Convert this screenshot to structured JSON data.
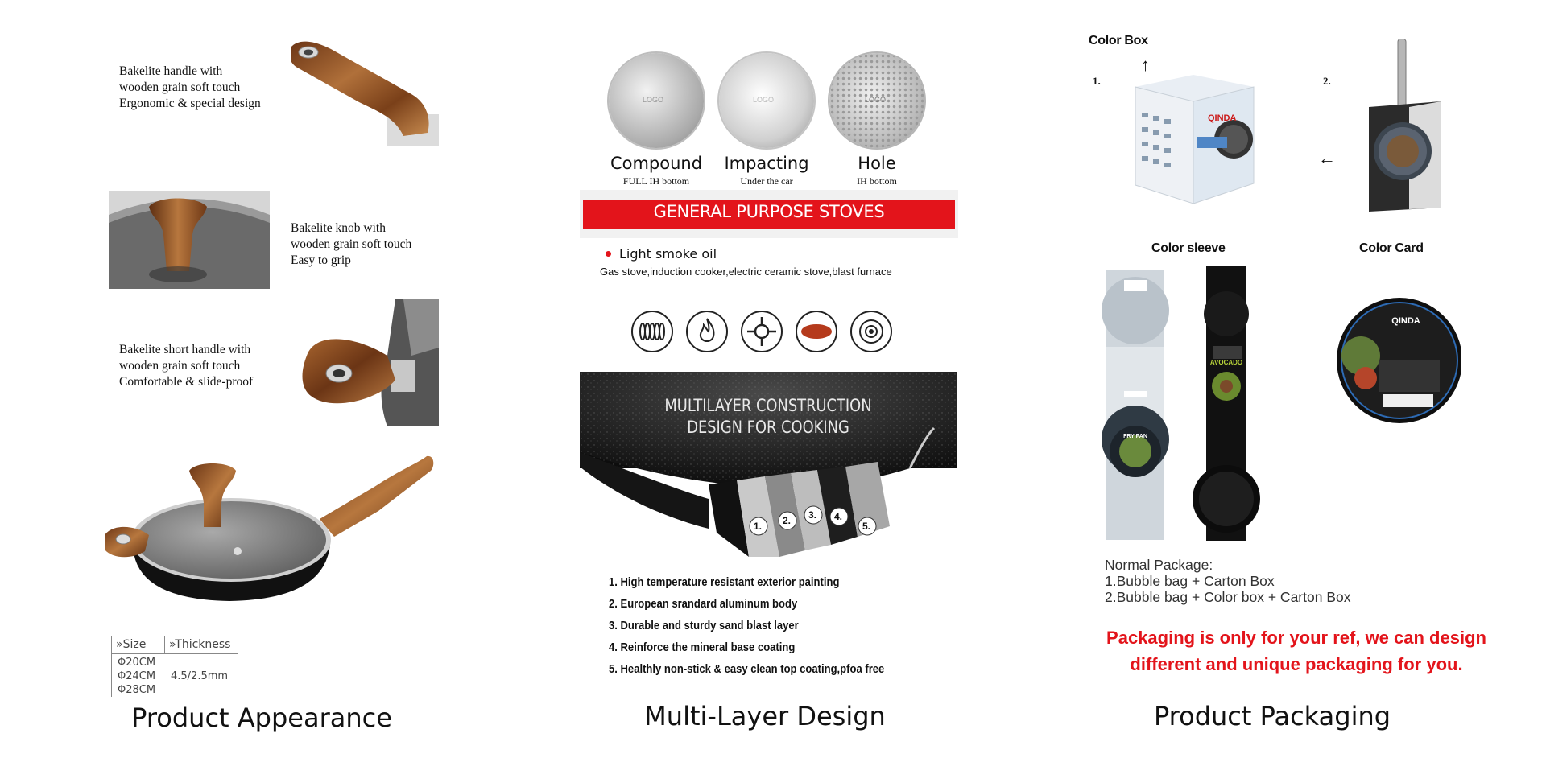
{
  "appearance": {
    "features": [
      {
        "lines": [
          "Bakelite handle with",
          "wooden grain soft touch",
          "Ergonomic & special design"
        ]
      },
      {
        "lines": [
          "Bakelite knob with",
          "wooden grain soft touch",
          "Easy to grip"
        ]
      },
      {
        "lines": [
          "Bakelite short handle with",
          "wooden grain soft touch",
          "Comfortable & slide-proof"
        ]
      }
    ],
    "spec_table": {
      "size_header": "»Size",
      "thickness_header": "»Thickness",
      "sizes": [
        "Φ20CM",
        "Φ24CM",
        "Φ28CM"
      ],
      "thickness": "4.5/2.5mm"
    },
    "caption": "Product Appearance"
  },
  "multilayer": {
    "materials": [
      {
        "name": "Compound",
        "sub": "FULL IH bottom",
        "logo": "LOGO"
      },
      {
        "name": "Impacting",
        "sub": "Under the car",
        "logo": "LOGO"
      },
      {
        "name": "Hole",
        "sub": "IH bottom",
        "logo": "LOGO"
      }
    ],
    "banner": "GENERAL PURPOSE STOVES",
    "bullet": "Light smoke oil",
    "stoves_line": "Gas stove,induction cooker,electric ceramic stove,blast furnace",
    "stove_icons": [
      "induction-coil-icon",
      "gas-flame-icon",
      "gas-burner-icon",
      "ceramic-plate-icon",
      "hotplate-icon"
    ],
    "layer_title_1": "MULTILAYER CONSTRUCTION",
    "layer_title_2": "DESIGN FOR COOKING",
    "layer_numbers": [
      "1.",
      "2.",
      "3.",
      "4.",
      "5."
    ],
    "layers": [
      "1. High temperature resistant exterior painting",
      "2. European srandard aluminum body",
      "3. Durable and sturdy sand blast layer",
      "4. Reinforce the mineral base coating",
      "5. Healthly non-stick & easy clean top coating,pfoa free"
    ],
    "caption": "Multi-Layer Design"
  },
  "packaging": {
    "color_box": "Color Box",
    "num_1": "1.",
    "num_2": "2.",
    "color_sleeve": "Color sleeve",
    "color_card": "Color Card",
    "normal_title": "Normal Package:",
    "normal_1": "1.Bubble bag + Carton Box",
    "normal_2": "2.Bubble bag + Color box + Carton Box",
    "red_1": "Packaging is only for your ref, we can design",
    "red_2": "different and unique packaging for you.",
    "caption": "Product Packaging",
    "brand": "QINDA",
    "sleeve_1_label": "FRY PAN",
    "sleeve_2_label": "AVOCADO"
  },
  "colors": {
    "red": "#e3141b",
    "wood": "#8a4a22",
    "dark": "#1a1a1a"
  }
}
